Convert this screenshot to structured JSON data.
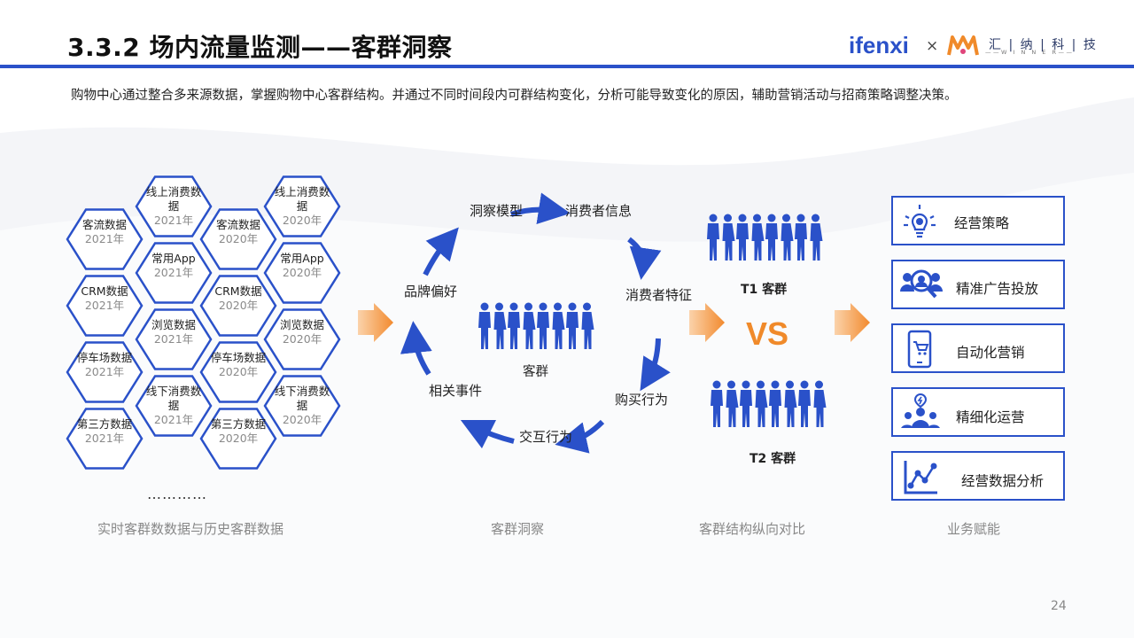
{
  "header": {
    "title": "3.3.2 场内流量监测——客群洞察",
    "logo_ifenxi": "ifenxi",
    "logo_x": "×",
    "logo_winner_cn": "汇 | 纳 | 科 | 技",
    "logo_winner_en": "——W I N N E R——"
  },
  "description": "购物中心通过整合多来源数据，掌握购物中心客群结构。并通过不同时间段内可群结构变化，分析可能导致变化的原因，辅助营销活动与招商策略调整决策。",
  "hexagons": [
    {
      "label": "客流数据",
      "year": "2021年"
    },
    {
      "label": "CRM数据",
      "year": "2021年"
    },
    {
      "label": "停车场数据",
      "year": "2021年"
    },
    {
      "label": "第三方数据",
      "year": "2021年"
    },
    {
      "label": "线上消费数据",
      "year": "2021年"
    },
    {
      "label": "常用App",
      "year": "2021年"
    },
    {
      "label": "浏览数据",
      "year": "2021年"
    },
    {
      "label": "线下消费数据",
      "year": "2021年"
    },
    {
      "label": "客流数据",
      "year": "2020年"
    },
    {
      "label": "CRM数据",
      "year": "2020年"
    },
    {
      "label": "停车场数据",
      "year": "2020年"
    },
    {
      "label": "第三方数据",
      "year": "2020年"
    },
    {
      "label": "线上消费数据",
      "year": "2020年"
    },
    {
      "label": "常用App",
      "year": "2020年"
    },
    {
      "label": "浏览数据",
      "year": "2020年"
    },
    {
      "label": "线下消费数据",
      "year": "2020年"
    }
  ],
  "hex_ellipsis": "…………",
  "cycle": {
    "center": "客群",
    "steps": [
      "洞察模型",
      "消费者信息",
      "消费者特征",
      "购买行为",
      "交互行为",
      "相关事件",
      "品牌偏好"
    ]
  },
  "compare": {
    "t1": "T1 客群",
    "vs": "VS",
    "t2": "T2 客群"
  },
  "business": [
    "经营策略",
    "精准广告投放",
    "自动化营销",
    "精细化运营",
    "经营数据分析"
  ],
  "sections": [
    "实时客群数数据与历史客群数据",
    "客群洞察",
    "客群结构纵向对比",
    "业务赋能"
  ],
  "page_number": "24",
  "colors": {
    "blue": "#2a51c9",
    "orange": "#f08a2a"
  }
}
